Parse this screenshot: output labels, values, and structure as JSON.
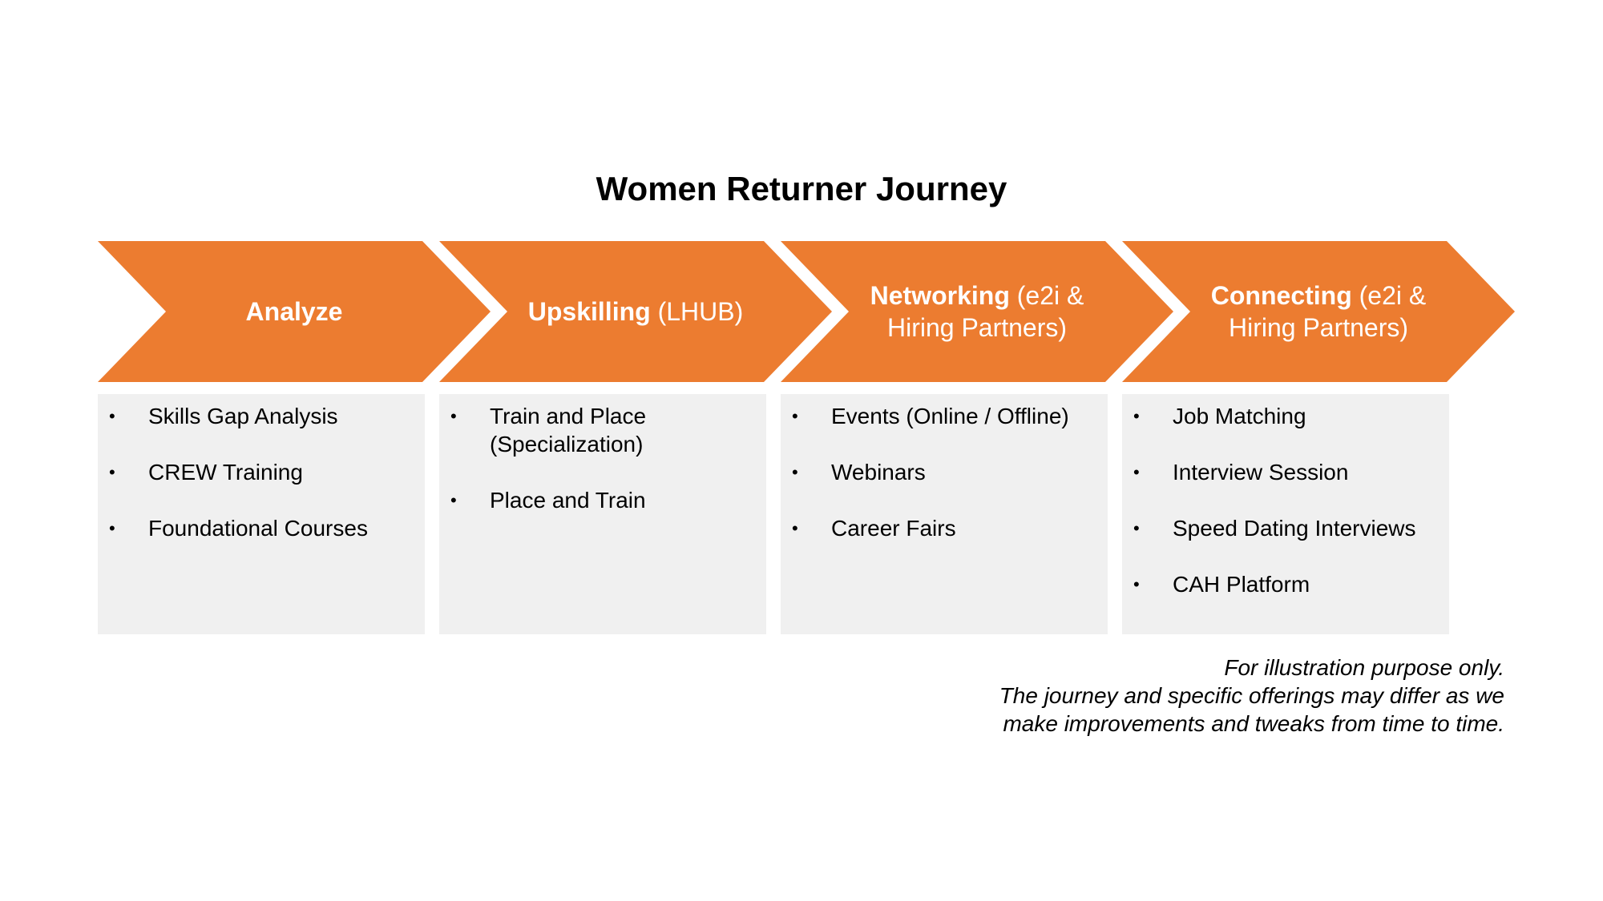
{
  "title": "Women Returner Journey",
  "accent_color": "#ec7c30",
  "box_color": "#f0f0f0",
  "stages": [
    {
      "label_bold": "Analyze",
      "label_rest": "",
      "items": [
        "Skills Gap Analysis",
        "CREW Training",
        "Foundational Courses"
      ]
    },
    {
      "label_bold": "Upskilling",
      "label_rest": " (LHUB)",
      "items": [
        "Train and Place (Specialization)",
        "Place and Train"
      ]
    },
    {
      "label_bold": "Networking",
      "label_rest": " (e2i & Hiring Partners)",
      "items": [
        "Events (Online / Offline)",
        "Webinars",
        "Career Fairs"
      ]
    },
    {
      "label_bold": "Connecting",
      "label_rest": " (e2i & Hiring Partners)",
      "items": [
        "Job Matching",
        "Interview Session",
        "Speed Dating Interviews",
        "CAH Platform"
      ]
    }
  ],
  "bullet_char": "•",
  "footnote": [
    "For illustration purpose only.",
    "The journey and specific offerings may differ as we",
    "make improvements and tweaks from time to time."
  ]
}
